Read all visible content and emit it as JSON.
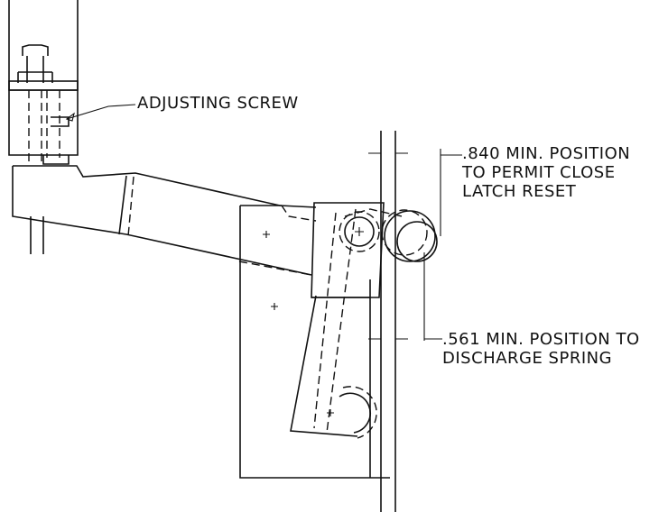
{
  "labels": {
    "adjusting_screw": "ADJUSTING SCREW",
    "close_latch": [
      ".840 MIN. POSITION",
      "TO PERMIT CLOSE",
      "LATCH RESET"
    ],
    "discharge": [
      ".561 MIN. POSITION TO",
      "DISCHARGE SPRING"
    ]
  },
  "colors": {
    "ink": "#111111",
    "paper": "#ffffff"
  }
}
